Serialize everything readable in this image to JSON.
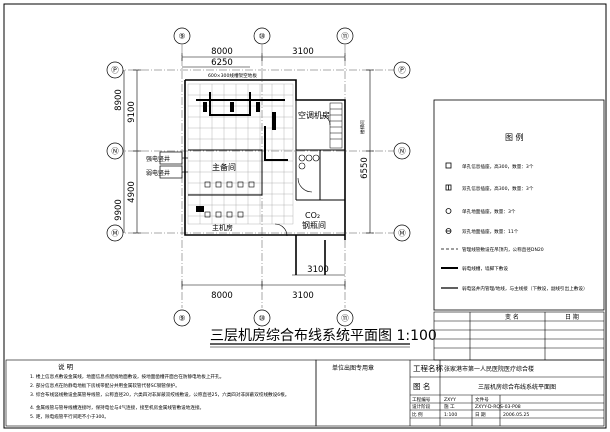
{
  "axes_top": [
    "⑨",
    "⑩",
    "⑪"
  ],
  "axes_bottom": [
    "⑨",
    "⑩",
    "⑪"
  ],
  "axes_left": [
    "Ⓟ",
    "Ⓝ",
    "Ⓜ"
  ],
  "axes_right": [
    "Ⓟ",
    "Ⓝ",
    "Ⓜ"
  ],
  "dims": {
    "top_left": "8000",
    "top_right": "3100",
    "top_inner": "6250",
    "left_upper": "9100",
    "left_lower": "4900",
    "left_outer": "8900",
    "left_outer2": "9900",
    "right_mid": "6550",
    "bottom_left": "8000",
    "bottom_right": "3100",
    "bottom_inner": "3100"
  },
  "rooms": {
    "ac_room": "空调机房",
    "equipment": "主备间",
    "co2": "CO₂",
    "co2_room": "钢瓶间",
    "staircase": "楼梯间",
    "main_label": "主机房",
    "left_label1": "强电竖井",
    "left_label2": "弱电竖井",
    "top_note": "600×300线槽架空地板"
  },
  "legend": {
    "title": "图  例",
    "items": [
      "单孔信息插座，高300，数量：3个",
      "双孔信息插座，高300，数量：3个",
      "单孔地面插座，数量：3个",
      "双孔地面插座，数量：11个",
      "管理线管敷设在吊顶内，公称直径DN20",
      "弱电线槽，墙脚下敷设",
      "弱电竖井内管理/地线，与主线接（下敷设，副线引出上敷设）"
    ]
  },
  "revision": {
    "col1": "变  名",
    "col2": "日  期"
  },
  "drawing_title": "三层机房综合布线系统平面图 1:100",
  "notes": {
    "heading": "说  明",
    "lines": [
      "1. 楼上信息点敷设金属线，地面信息点配线地面敷设，按地面凿槽开面台在防静电地板上开孔。",
      "2. 部分信息点在防静电地板下房线带配分并用金属软管代替SC钢管保护。",
      "3. 综合布线竖线敷设金属管导线管，公称直径20，六类四对非屏蔽双绞线敷设，公称直径25，六类四对非屏蔽双绞线敷设6根。",
      "4. 金属线管与管导线槽连接时，保持电位与4气连接，接至机房金属线管敷设地连接。",
      "5. 距，除电缆管平行间距不小于300。"
    ]
  },
  "title_block": {
    "seal": "单位出图专用章",
    "project_label": "工程名称",
    "project_value": "张家港市第一人民医院医疗综合楼",
    "drawing_label": "图  名",
    "drawing_value": "三层机房综合布线系统平面图",
    "row1_label": "工程编号",
    "row1_v1": "ZXYY",
    "row1_label2": "文件号",
    "row2_label": "设计阶段",
    "row2_v1": "施  工",
    "row2_v2": "ZXYY-D-RQS-03-P08",
    "row3_label": "比  例",
    "row3_v1": "1:100",
    "row3_label2": "日  期",
    "row3_v2": "2006.05.25"
  }
}
